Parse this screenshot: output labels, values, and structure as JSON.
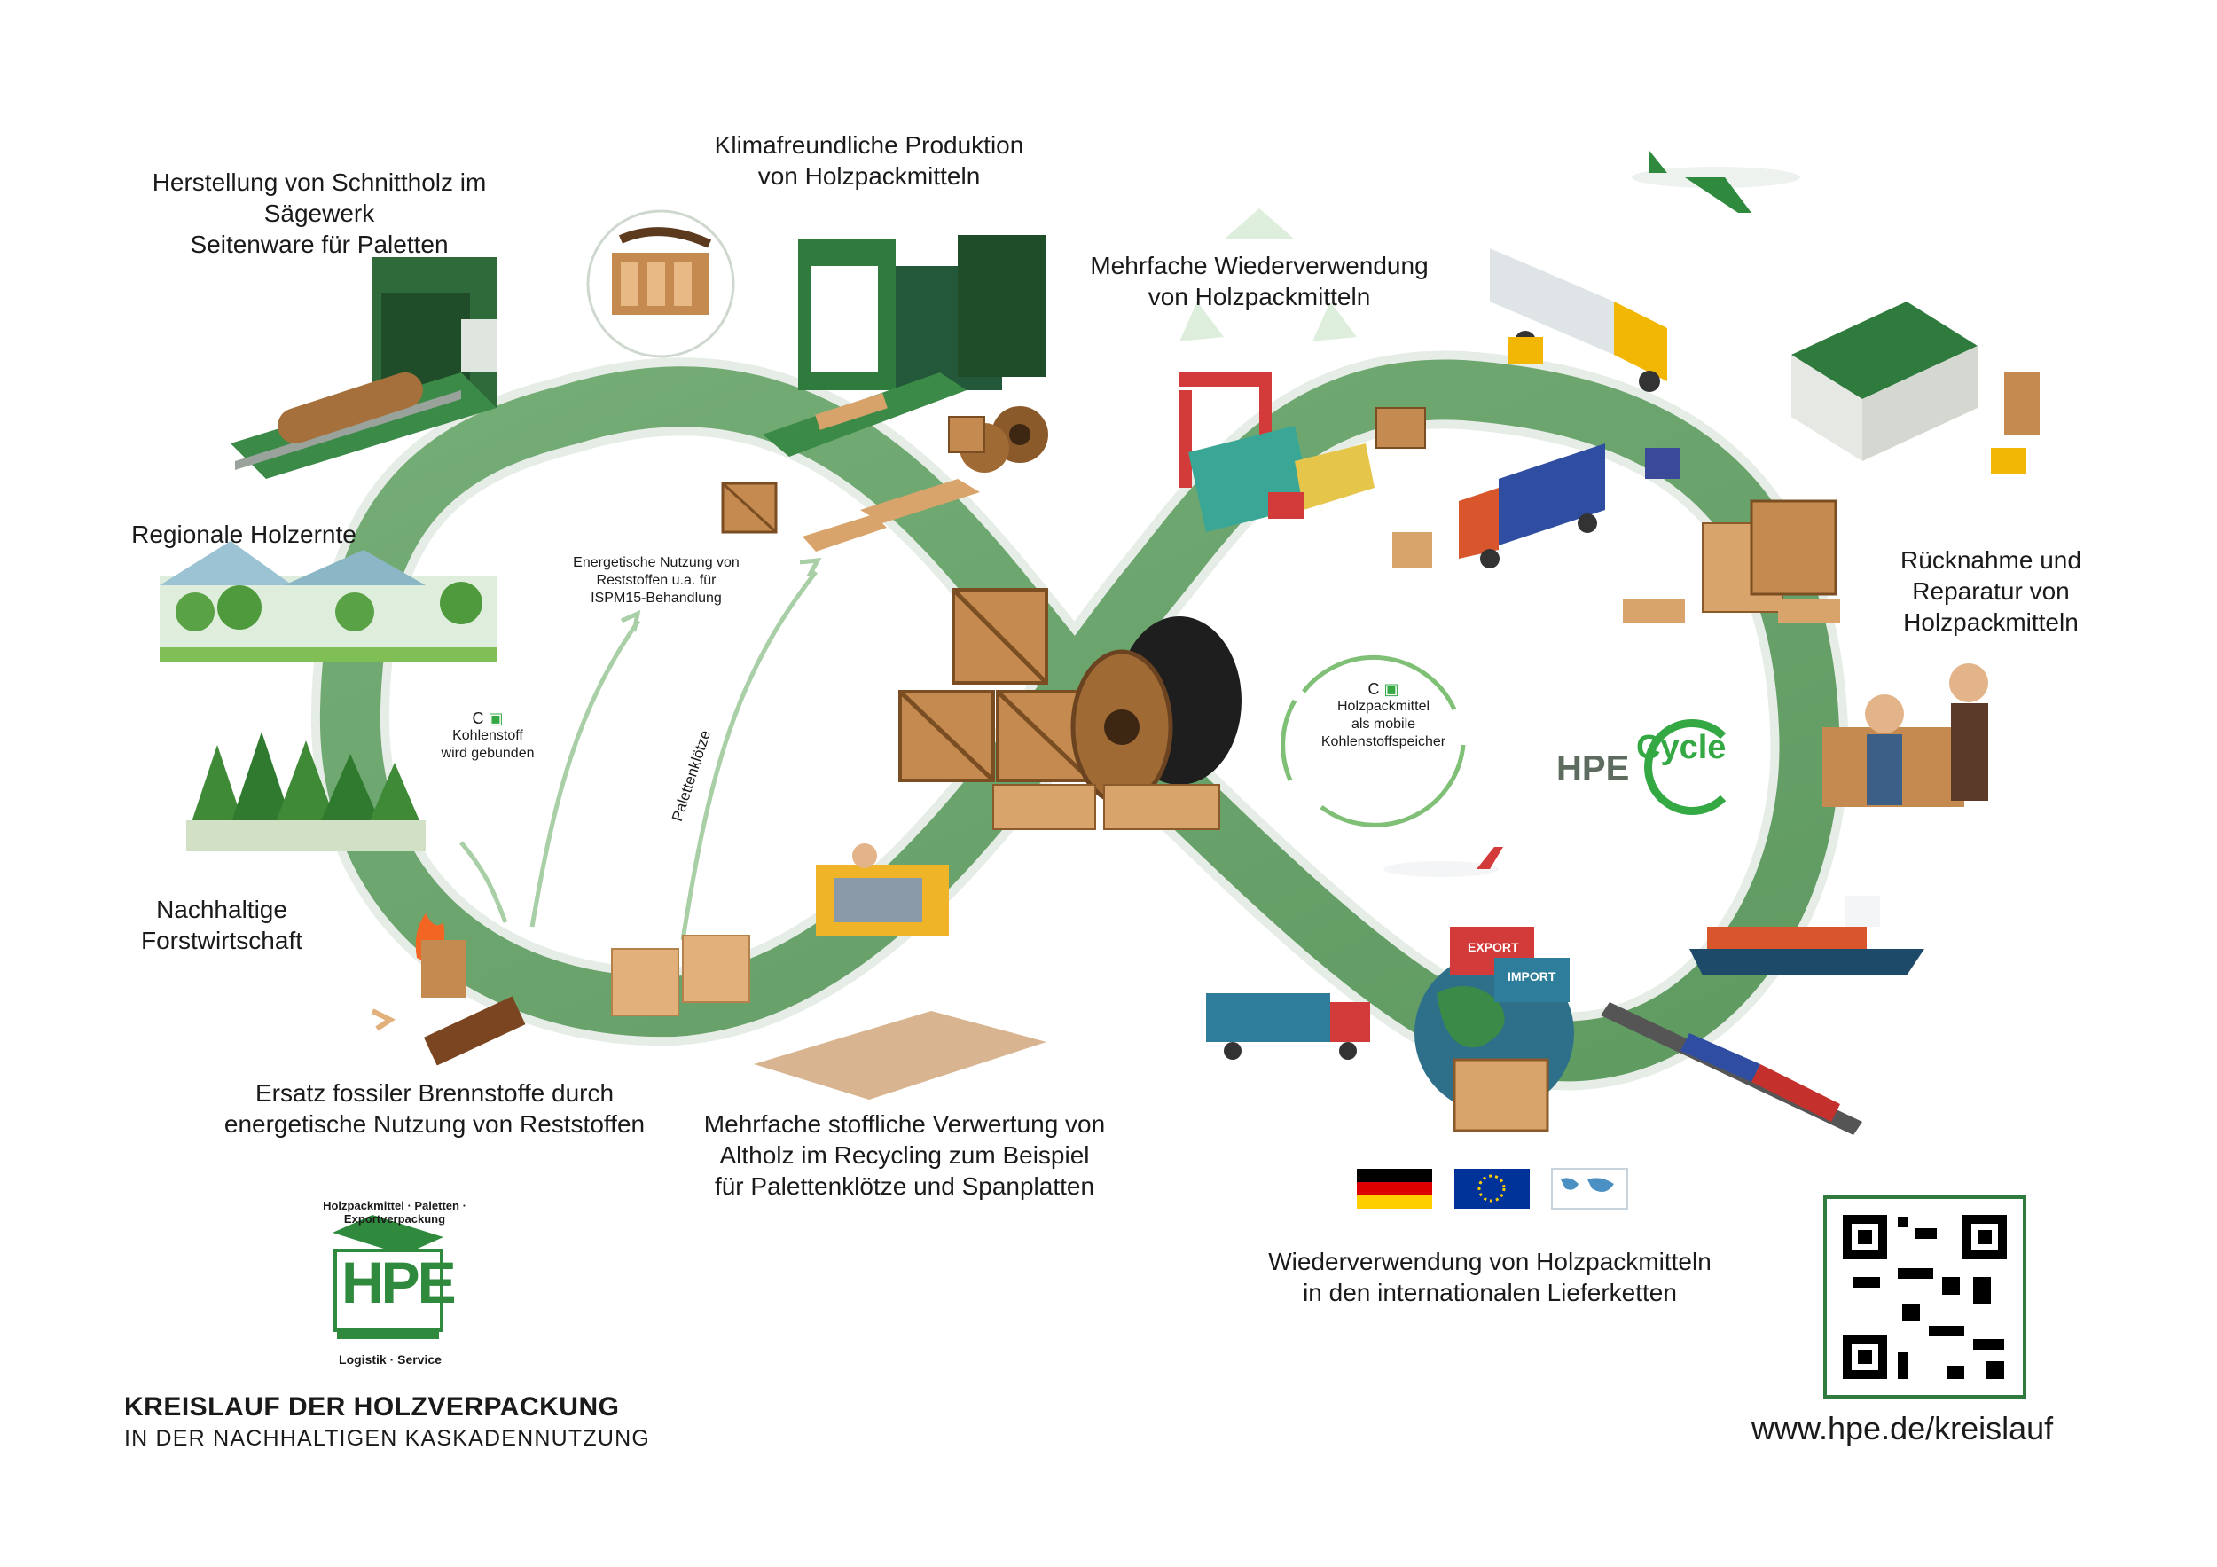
{
  "labels": {
    "sawmill": [
      "Herstellung von Schnittholz im Sägewerk",
      "Seitenware für Paletten"
    ],
    "production": [
      "Klimafreundliche Produktion",
      "von Holzpackmitteln"
    ],
    "reuse_multi": [
      "Mehrfache Wiederverwendung",
      "von Holzpackmitteln"
    ],
    "harvest": "Regionale Holzernte",
    "energy_use": [
      "Energetische Nutzung von",
      "Reststoffen u.a. für",
      "ISPM15-Behandlung"
    ],
    "carbon_bound": [
      "Kohlenstoff",
      "wird gebunden"
    ],
    "carbon_symbol": "C",
    "palettenkloetze": "Palettenklötze",
    "carbon_storage": [
      "Holzpackmittel",
      "als mobile",
      "Kohlenstoffspeicher"
    ],
    "return_repair": [
      "Rücknahme und",
      "Reparatur von",
      "Holzpackmitteln"
    ],
    "forestry": [
      "Nachhaltige",
      "Forstwirtschaft"
    ],
    "fossil": [
      "Ersatz fossiler Brennstoffe durch",
      "energetische Nutzung von Reststoffen"
    ],
    "recycling": [
      "Mehrfache stoffliche Verwertung von",
      "Altholz im Recycling zum Beispiel",
      "für Palettenklötze und Spanplatten"
    ],
    "international": [
      "Wiederverwendung von Holzpackmitteln",
      "in den internationalen Lieferketten"
    ],
    "export": "EXPORT",
    "import": "IMPORT"
  },
  "cycle_logo": {
    "left": "HPE",
    "right": "Cycle"
  },
  "brand_logo": {
    "letters": "HPE",
    "ring_top": "Holzpackmittel · Paletten · Exportverpackung",
    "ring_bottom": "Logistik · Service"
  },
  "footer": {
    "title": "KREISLAUF DER HOLZVERPACKUNG",
    "subtitle": "IN DER NACHHALTIGEN KASKADENNUTZUNG",
    "url": "www.hpe.de/kreislauf"
  },
  "colors": {
    "loop_green": "#6ea56f",
    "dark_green": "#2f6b3a",
    "accent_green": "#33a843",
    "wood": "#c58a4f",
    "wood_dark": "#8a5a2b",
    "ocean": "#2e6f8a"
  },
  "icons": [
    "sawmill-icon",
    "wood-slice-icon",
    "production-line-icon",
    "recycle-icon",
    "airplane-icon",
    "truck-icon",
    "warehouse-icon",
    "forklift-icon",
    "crate-icon",
    "cable-drum-icon",
    "pallet-icon",
    "forest-icon",
    "fire-icon",
    "globe-icon",
    "ship-icon",
    "train-icon",
    "qr-code-icon",
    "flag-germany-icon",
    "flag-eu-icon",
    "world-map-icon"
  ]
}
